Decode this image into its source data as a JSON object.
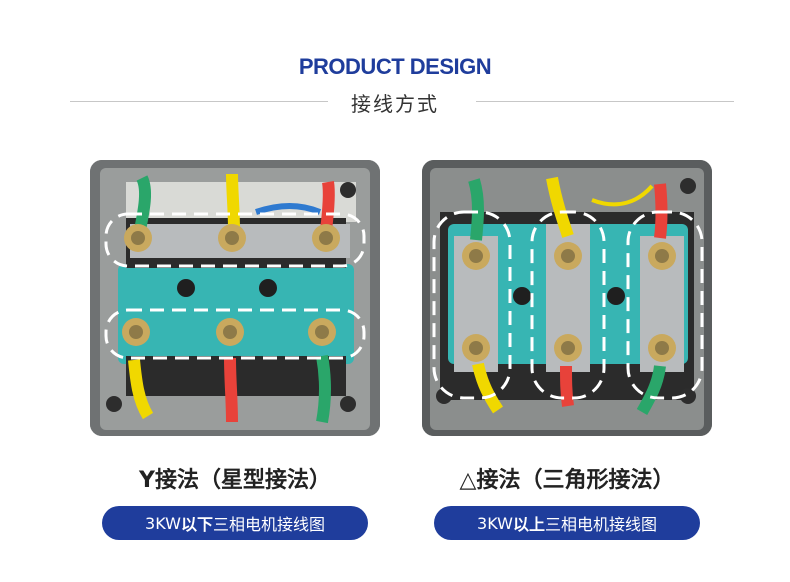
{
  "header": {
    "title_en": "PRODUCT DESIGN",
    "title_cn": "接线方式"
  },
  "colors": {
    "brand_blue": "#1f3d9c",
    "pill_blue": "#1f3d9c",
    "terminal_teal": "#37b5b3",
    "wire_yellow": "#f0d800",
    "wire_red": "#e8423a",
    "wire_green": "#2aa66a",
    "wire_blue": "#2f7ad0"
  },
  "panels": [
    {
      "caption": "Y接法（星型接法）",
      "badge_prefix": "3KW",
      "badge_bold": "以下",
      "badge_suffix": "三相电机接线图"
    },
    {
      "caption": "△接法（三角形接法）",
      "badge_prefix": "3KW",
      "badge_bold": "以上",
      "badge_suffix": "三相电机接线图"
    }
  ]
}
